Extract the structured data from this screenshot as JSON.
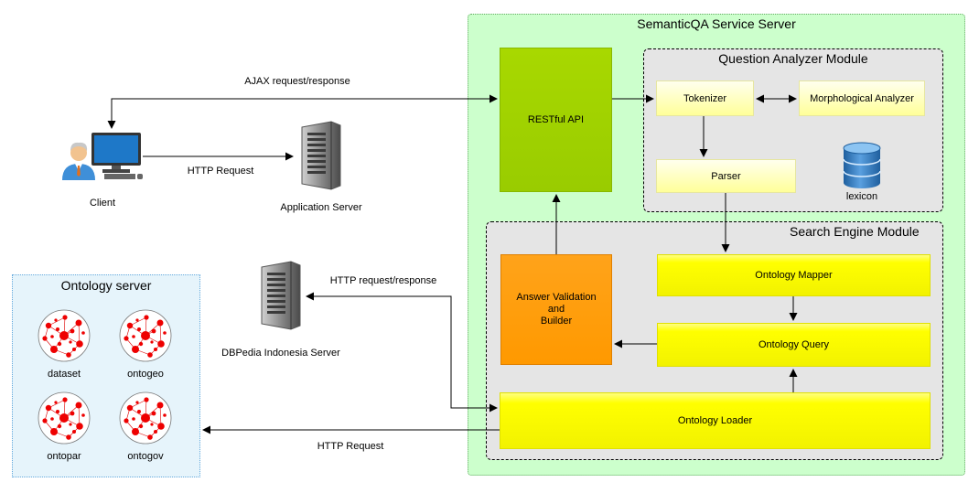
{
  "service_server": {
    "title": "SemanticQA Service Server"
  },
  "question_analyzer": {
    "title": "Question Analyzer Module",
    "tokenizer": "Tokenizer",
    "morph": "Morphological Analyzer",
    "parser": "Parser",
    "lexicon": "lexicon"
  },
  "search_engine": {
    "title": "Search  Engine Module",
    "mapper": "Ontology Mapper",
    "query": "Ontology Query",
    "loader": "Ontology Loader",
    "answer": [
      "Answer Validation",
      "and",
      "Builder"
    ]
  },
  "restful_api": "RESTful API",
  "client": {
    "label": "Client"
  },
  "app_server": {
    "label": "Application Server"
  },
  "dbpedia": {
    "label": "DBPedia Indonesia Server"
  },
  "ontology_server": {
    "title": "Ontology server",
    "items": [
      "dataset",
      "ontogeo",
      "ontopar",
      "ontogov"
    ]
  },
  "edges": {
    "ajax": "AJAX request/response",
    "http_request_app": "HTTP Request",
    "http_rr_dbpedia": "HTTP request/response",
    "http_request_ontology": "HTTP Request"
  },
  "colors": {
    "service_bg": "#ccffcc",
    "restful_green": "#99cc00",
    "answer_orange": "#ff9900",
    "ontology_red": "#ff0000",
    "ontology_panel_bg": "#e6f4fb"
  }
}
